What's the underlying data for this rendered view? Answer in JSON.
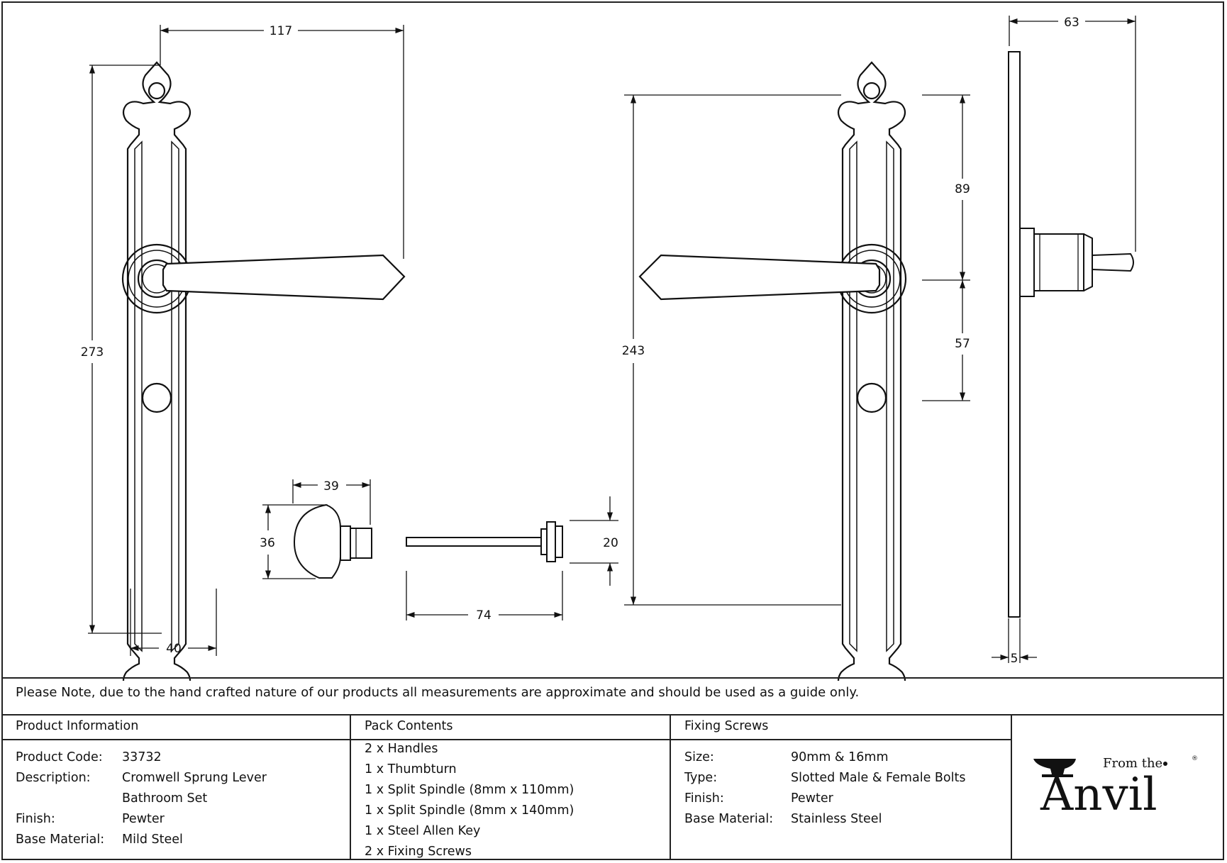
{
  "dimensions": {
    "d117": "117",
    "d273": "273",
    "d40": "40",
    "d39": "39",
    "d36": "36",
    "d20": "20",
    "d74": "74",
    "d243": "243",
    "d89": "89",
    "d57": "57",
    "d63": "63",
    "d5": "5"
  },
  "note": "Please Note, due to the hand crafted nature of our products all measurements are approximate and should be used as a guide only.",
  "product_info": {
    "header": "Product Information",
    "rows": [
      {
        "label": "Product Code:",
        "value": "33732"
      },
      {
        "label": "Description:",
        "value": "Cromwell Sprung Lever",
        "value2": "Bathroom Set"
      },
      {
        "label": "Finish:",
        "value": "Pewter"
      },
      {
        "label": "Base Material:",
        "value": "Mild Steel"
      }
    ]
  },
  "pack_contents": {
    "header": "Pack Contents",
    "items": [
      "2 x Handles",
      "1 x Thumbturn",
      "1 x Split Spindle (8mm x 110mm)",
      "1 x Split Spindle (8mm x 140mm)",
      "1 x Steel Allen Key",
      "2 x Fixing Screws"
    ]
  },
  "fixing_screws": {
    "header": "Fixing Screws",
    "rows": [
      {
        "label": "Size:",
        "value": "90mm & 16mm"
      },
      {
        "label": "Type:",
        "value": "Slotted Male & Female Bolts"
      },
      {
        "label": "Finish:",
        "value": "Pewter"
      },
      {
        "label": "Base Material:",
        "value": "Stainless Steel"
      }
    ]
  },
  "logo": {
    "from_the": "From the",
    "anvil": "Anvil",
    "registered": "®"
  }
}
